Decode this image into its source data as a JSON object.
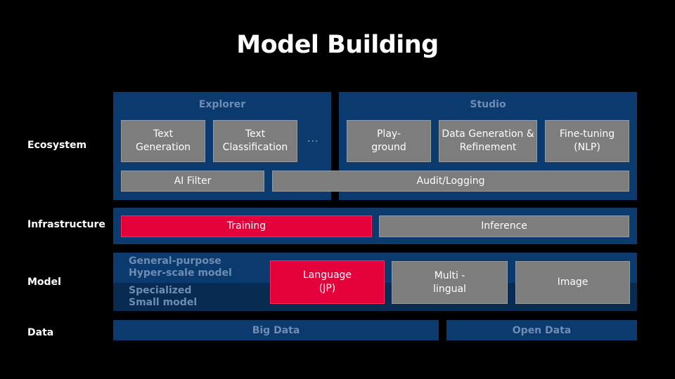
{
  "title": "Model Building",
  "rows": {
    "ecosystem": "Ecosystem",
    "infrastructure": "Infrastructure",
    "model": "Model",
    "data": "Data"
  },
  "explorer": {
    "heading": "Explorer",
    "text_generation": "Text Generation",
    "text_classification": "Text Classification",
    "ellipsis": "...",
    "ai_filter": "AI Filter"
  },
  "studio": {
    "heading": "Studio",
    "playground": "Play- ground",
    "data_generation": "Data Generation & Refinement",
    "fine_tuning": "Fine-tuning (NLP)",
    "audit_logging": "Audit/Logging"
  },
  "infrastructure": {
    "training": "Training",
    "inference": "Inference"
  },
  "model": {
    "general_line1": "General-purpose",
    "general_line2": "Hyper-scale model",
    "specialized_line1": "Specialized",
    "specialized_line2": "Small model",
    "language": "Language (JP)",
    "multilingual": "Multi -lingual",
    "image": "Image"
  },
  "data": {
    "big_data": "Big Data",
    "open_data": "Open Data"
  },
  "colors": {
    "background": "#000000",
    "panel": "#0b3a6e",
    "highlight": "#e4003b",
    "box": "#7d7d7d",
    "muted_text": "#6f8db2"
  }
}
